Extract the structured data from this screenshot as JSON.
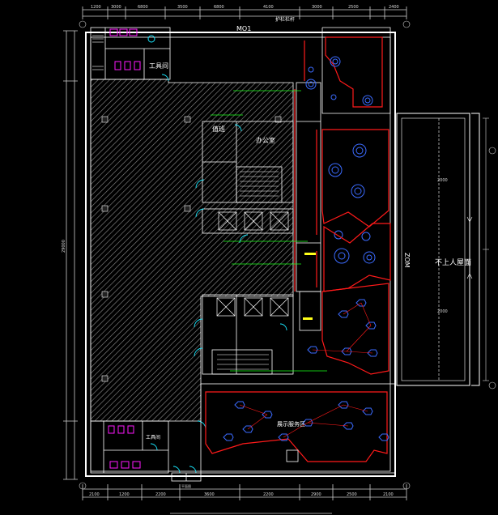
{
  "drawing": {
    "top_label": "MO1",
    "top_right_label": "护栏栏杆",
    "right_label": "ZOM",
    "roof_label": "不上人屋面",
    "tool_room_top": "工具间",
    "tool_room_bottom": "工具间",
    "office_label": "办公室",
    "duty_label": "值班",
    "exhibit_label": "展示服务区",
    "dim_top": [
      "1200",
      "3000",
      "6800",
      "3500",
      "6800",
      "4100",
      "3000",
      "2500",
      "2400"
    ],
    "dim_left": [
      "29000"
    ],
    "dim_right_roof": [
      "2000",
      "2000"
    ],
    "dim_bottom": [
      "2100",
      "1200",
      "2200",
      "3600",
      "2200",
      "2900",
      "2500",
      "2100"
    ],
    "note_bottom": "平面图"
  },
  "colors": {
    "background": "#000000",
    "wall": "#ffffff",
    "hatch": "#9a9a9a",
    "red": "#ff1a1a",
    "blue": "#3b6bff",
    "cyan": "#19e8ff",
    "green": "#19ff19",
    "magenta": "#ff19ff",
    "yellow": "#ffff19"
  }
}
